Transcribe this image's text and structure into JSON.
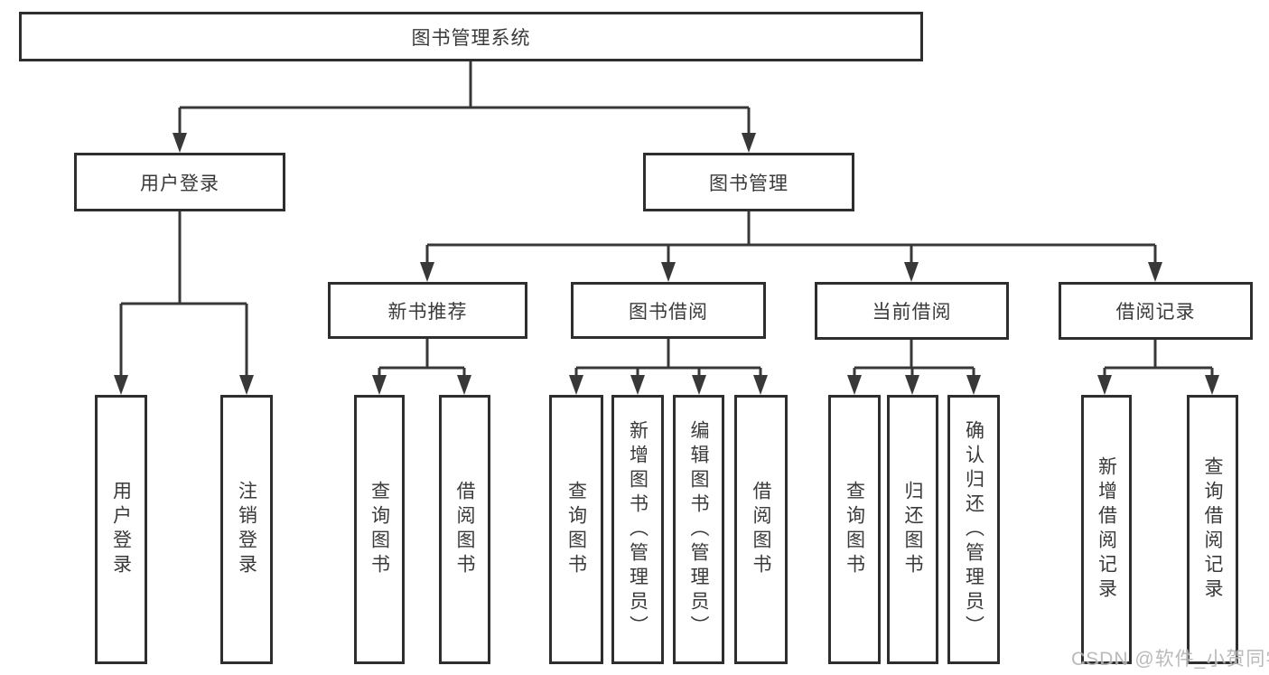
{
  "diagram": {
    "title": "图书管理系统",
    "root": {
      "label": "图书管理系统"
    },
    "level2": {
      "user_login": "用户登录",
      "book_mgmt": "图书管理"
    },
    "level3": {
      "new_books": "新书推荐",
      "book_borrow": "图书借阅",
      "current_borrow": "当前借阅",
      "borrow_records": "借阅记录"
    },
    "leaves": {
      "user_login": [
        "用户登录",
        "注销登录"
      ],
      "new_books": [
        "查询图书",
        "借阅图书"
      ],
      "book_borrow": [
        "查询图书",
        "新增图书（管理员）",
        "编辑图书（管理员）",
        "借阅图书"
      ],
      "current_borrow": [
        "查询图书",
        "归还图书",
        "确认归还（管理员）"
      ],
      "borrow_records": [
        "新增借阅记录",
        "查询借阅记录"
      ]
    }
  },
  "watermark": {
    "text": "CSDN @软件_小贺同学"
  },
  "colors": {
    "line": "#383838",
    "box_border": "#2e2e2e",
    "text": "#3a3a3a",
    "watermark": "#b3b3b3",
    "background": "#ffffff"
  }
}
